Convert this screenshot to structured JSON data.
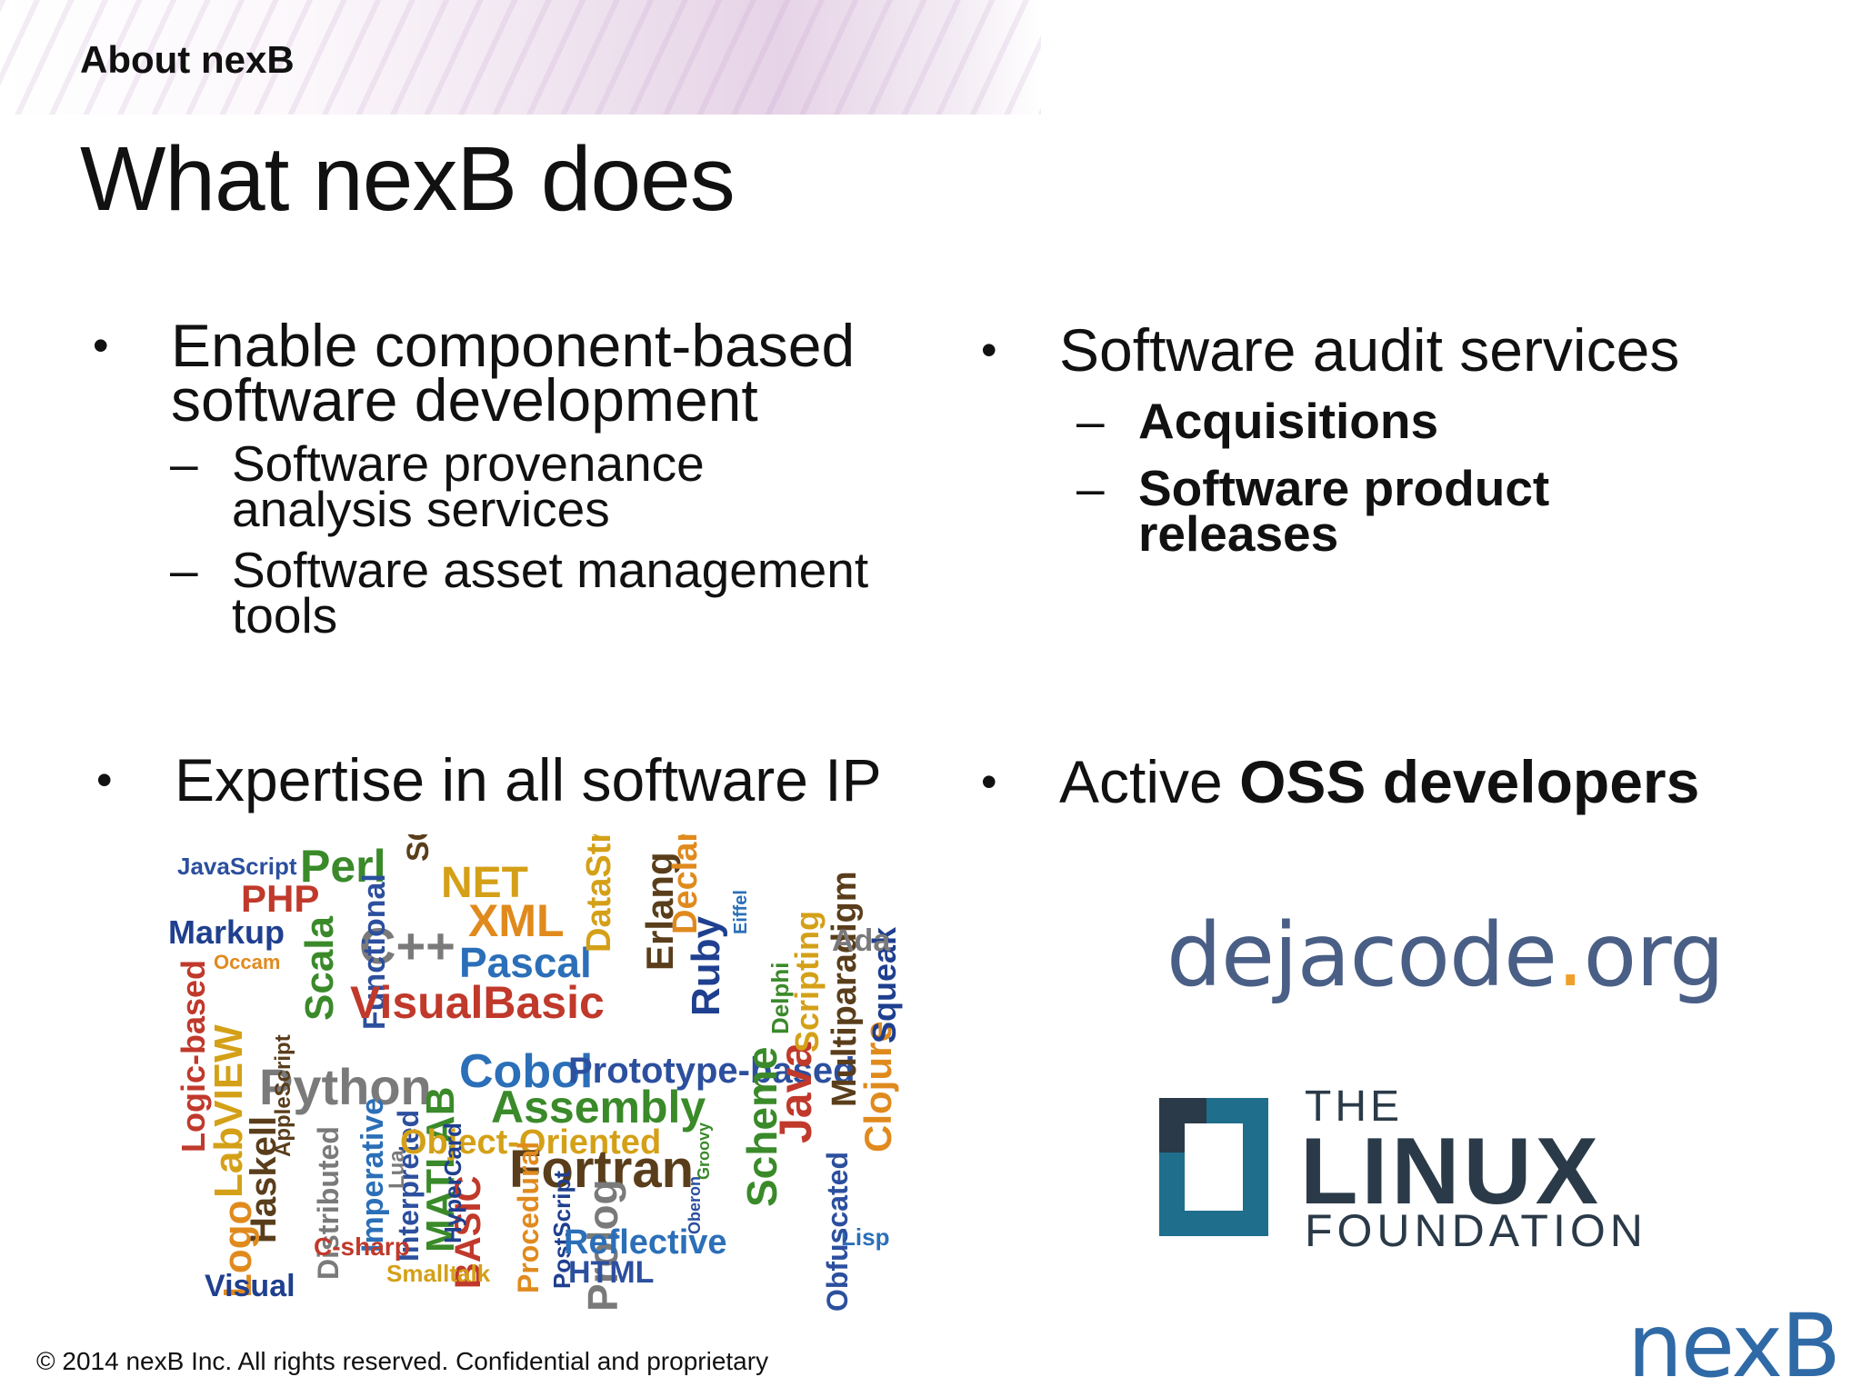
{
  "section_label": "About nexB",
  "title": "What nexB does",
  "left": {
    "bullet1": {
      "line1": "Enable component-based",
      "line2": "software development",
      "subs": [
        {
          "line1": "Software provenance",
          "line2": "analysis services"
        },
        {
          "line1": "Software asset management",
          "line2": "tools"
        }
      ]
    },
    "bullet2": "Expertise in all software IP"
  },
  "right": {
    "bullet1": {
      "text": "Software audit services",
      "subs": [
        {
          "line1": "Acquisitions"
        },
        {
          "line1": "Software product",
          "line2": "releases"
        }
      ]
    },
    "bullet2": {
      "prefix": "Active ",
      "bold": "OSS developers"
    }
  },
  "logos": {
    "dejacode_main": "dejacode",
    "dejacode_dot": ".",
    "dejacode_tld": "org",
    "linux_line1": "THE",
    "linux_line2": "LINUX",
    "linux_line3": "FOUNDATION",
    "nexb": "nexB"
  },
  "footer": "© 2014 nexB Inc.  All rights reserved. Confidential and proprietary",
  "colors": {
    "accent_blue": "#2f6aa6",
    "dejacode_blue": "#4a5f86",
    "dejacode_orange": "#f0a02a",
    "linux_teal": "#1f6e8c"
  },
  "word_cloud": [
    "JavaScript",
    "Perl",
    "PHP",
    "NET",
    "SQL",
    "XML",
    "Markup",
    "C++",
    "Pascal",
    "Functional",
    "Scala",
    "VisualBasic",
    "DataStructured",
    "Erlang",
    "Declarative",
    "Ruby",
    "Python",
    "Cobol",
    "Prototype-based",
    "Assembly",
    "Logic-based",
    "LabVIEW",
    "Haskell",
    "Logo",
    "Visual",
    "Distributed",
    "Imperative",
    "Interpreted",
    "MATLAB",
    "BASIC",
    "Object-Oriented",
    "Fortran",
    "Procedural",
    "PostScript",
    "Prolog",
    "Reflective",
    "HTML",
    "Scheme",
    "Java",
    "Scripting",
    "Multiparadigm",
    "Clojure",
    "Squeak",
    "Ada",
    "Lisp",
    "Obfuscated",
    "Delphi",
    "C-sharp",
    "Smalltalk",
    "AppleScript",
    "Occam",
    "HyperCard",
    "Lua",
    "Eiffel",
    "Oberon",
    "Groovy"
  ]
}
